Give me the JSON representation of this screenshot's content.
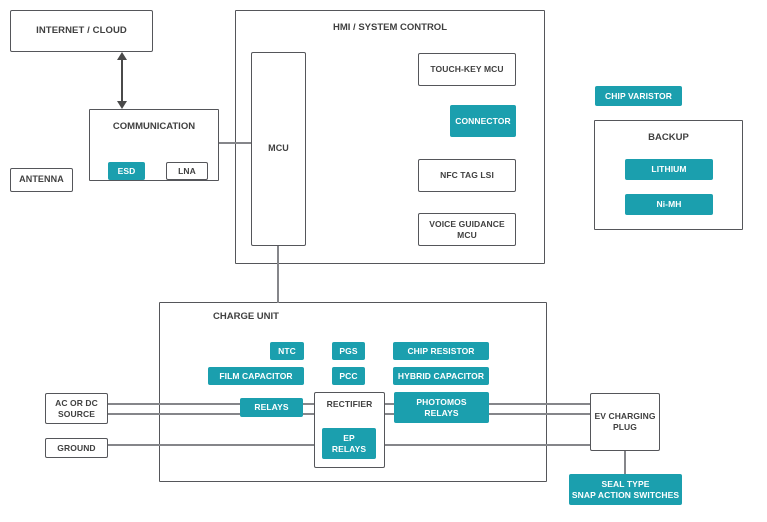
{
  "labels": {
    "internet_cloud": "INTERNET / CLOUD",
    "communication": "COMMUNICATION",
    "esd": "ESD",
    "lna": "LNA",
    "antenna": "ANTENNA",
    "hmi_system_control": "HMI / SYSTEM CONTROL",
    "mcu": "MCU",
    "touch_key_mcu": "TOUCH-KEY MCU",
    "connector": "CONNECTOR",
    "nfc_tag_lsi": "NFC TAG LSI",
    "voice_guidance_mcu": "VOICE GUIDANCE\nMCU",
    "chip_varistor": "CHIP VARISTOR",
    "backup": "BACKUP",
    "lithium": "LITHIUM",
    "ni_mh": "Ni-MH",
    "charge_unit": "CHARGE UNIT",
    "ntc": "NTC",
    "pgs": "PGS",
    "chip_resistor": "CHIP RESISTOR",
    "film_capacitor": "FILM CAPACITOR",
    "pcc": "PCC",
    "hybrid_capacitor": "HYBRID CAPACITOR",
    "relays": "RELAYS",
    "rectifier": "RECTIFIER",
    "photomos_relays": "PHOTOMOS\nRELAYS",
    "ep_relays": "EP\nRELAYS",
    "ac_or_dc_source": "AC OR DC\nSOURCE",
    "ground": "GROUND",
    "ev_charging_plug": "EV CHARGING\nPLUG",
    "seal_type_switches": "SEAL TYPE\nSNAP ACTION SWITCHES"
  },
  "colors": {
    "accent_teal": "#1B9FAE",
    "text": "#404040",
    "box_border": "#55565a",
    "connector_line": "#85868a",
    "background": "#ffffff"
  },
  "connections": [
    "internet_cloud <-> communication (bidirectional arrow)",
    "communication - mcu",
    "mcu - charge_unit",
    "ac_or_dc_source - relays - rectifier - photomos_relays - ev_charging_plug (two power lines)",
    "ground - rectifier - ev_charging_plug (ground line)",
    "ev_charging_plug - seal_type_switches"
  ]
}
